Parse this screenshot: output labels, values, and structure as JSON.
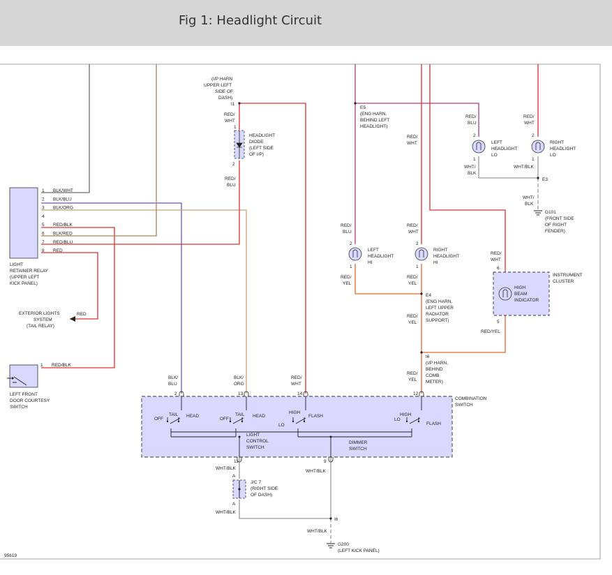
{
  "title": "Fig 1: Headlight Circuit",
  "figure_id": "95619",
  "colors": {
    "gray": "#6e6e6e",
    "purple": "#6b55b5",
    "brown": "#b08050",
    "tan": "#c8a27a",
    "red": "#e03030",
    "magenta": "#b03a8a",
    "orange_red": "#e8632d",
    "black": "#222222",
    "component_fill": "#d9d9ff",
    "ground_gray": "#9a9a9a"
  },
  "relay": {
    "name": [
      "LIGHT",
      "RETAINER RELAY",
      "(UPPER LEFT",
      "KICK PANEL)"
    ],
    "pins": [
      {
        "num": "1",
        "wire": "BLK/WHT"
      },
      {
        "num": "2",
        "wire": "BLK/BLU"
      },
      {
        "num": "3",
        "wire": "BLK/ORG"
      },
      {
        "num": "4",
        "wire": ""
      },
      {
        "num": "5",
        "wire": "RED/BLK"
      },
      {
        "num": "6",
        "wire": "BLK/RED"
      },
      {
        "num": "7",
        "wire": "RED/BLU"
      },
      {
        "num": "8",
        "wire": "RED"
      }
    ]
  },
  "exterior_lights": {
    "name": [
      "EXTERIOR LIGHTS",
      "SYSTEM",
      "(TAIL RELAY)"
    ],
    "wire": "RED"
  },
  "door_switch": {
    "name": [
      "LEFT FRONT",
      "DOOR COURTESY",
      "SWITCH"
    ],
    "pin": "1",
    "wire": "RED/BLK"
  },
  "diode": {
    "location": [
      "(I/P HARN",
      "UPPER LEFT",
      "SIDE OF",
      "DASH)"
    ],
    "connector": "I1",
    "wire_in": [
      "RED/",
      "WHT"
    ],
    "pin_in": "1",
    "name": [
      "HEADLIGHT",
      "DIODE",
      "(LEFT SIDE",
      "OF I/P)"
    ],
    "pin_out": "2",
    "wire_out": [
      "RED/",
      "BLU"
    ]
  },
  "e5": {
    "id": "E5",
    "desc": [
      "(ENG HARN,",
      "BEHIND LEFT",
      "HEADLIGHT)"
    ]
  },
  "e4": {
    "id": "E4",
    "desc": [
      "(ENG HARN,",
      "LEFT UPPER",
      "RADIATOR",
      "SUPPORT)"
    ]
  },
  "i6_upper": {
    "id": "I6",
    "desc": [
      "(I/P HARN,",
      "BEHIND",
      "COMB",
      "METER)"
    ]
  },
  "e3": {
    "id": "E3"
  },
  "g101": {
    "id": "G101",
    "desc": [
      "(FRONT SIDE",
      "OF RIGHT",
      "FENDER)"
    ],
    "wire": [
      "WHT/",
      "BLK"
    ]
  },
  "left_lo": {
    "name": [
      "LEFT",
      "HEADLIGHT",
      "LO"
    ],
    "wire_in": [
      "RED/",
      "BLU"
    ],
    "pin_in": "2",
    "pin_out": "1",
    "wire_out": [
      "WHT/",
      "BLK"
    ]
  },
  "right_lo": {
    "name": [
      "RIGHT",
      "HEADLIGHT",
      "LO"
    ],
    "wire_in": [
      "RED/",
      "WHT"
    ],
    "pin_in": "2",
    "pin_out": "1",
    "wire_out": "WHT/BLK"
  },
  "left_hi": {
    "name": [
      "LEFT",
      "HEADLIGHT",
      "HI"
    ],
    "wire_in": [
      "RED/",
      "BLU"
    ],
    "pin_in": "2",
    "pin_out": "1",
    "wire_out": [
      "RED/",
      "YEL"
    ]
  },
  "right_hi": {
    "name": [
      "RIGHT",
      "HEADLIGHT",
      "HI"
    ],
    "wire_in": [
      "RED/",
      "WHT"
    ],
    "pin_in": "2",
    "pin_out": "1",
    "wire_out": [
      "RED/",
      "YEL"
    ]
  },
  "red_wht_mid": [
    "RED/",
    "WHT"
  ],
  "e4_below": [
    "RED/",
    "YEL"
  ],
  "i6_left_wire": [
    "RED/",
    "YEL"
  ],
  "cluster": {
    "name": [
      "INSTRUMENT",
      "CLUSTER"
    ],
    "inner": [
      "HIGH",
      "BEAM",
      "INDICATOR"
    ],
    "pin_in": "6",
    "wire_in": [
      "RED/",
      "WHT"
    ],
    "pin_out": "5",
    "wire_out": "RED/YEL"
  },
  "combination_switch": {
    "name": [
      "COMBINATION",
      "SWITCH"
    ],
    "pins": [
      {
        "num": "2",
        "wire": [
          "BLK/",
          "BLU"
        ]
      },
      {
        "num": "13",
        "wire": [
          "BLK/",
          "ORG"
        ]
      },
      {
        "num": "14",
        "wire": [
          "RED/",
          "WHT"
        ]
      },
      {
        "num": "12",
        "wire": [
          "RED/",
          "YEL"
        ]
      }
    ],
    "light_control": {
      "name": [
        "LIGHT",
        "CONTROL",
        "SWITCH"
      ],
      "off": "OFF",
      "tail": "TAIL",
      "head": "HEAD"
    },
    "dimmer": {
      "name": [
        "DIMMER",
        "SWITCH"
      ],
      "high": "HIGH",
      "lo": "LO",
      "flash": "FLASH"
    },
    "pin11": "11",
    "pin9": "9"
  },
  "jc7": {
    "name": [
      "J/C 7",
      "(RIGHT SIDE",
      "OF DASH)"
    ],
    "pin_a_top": "A",
    "pin_a_bot": "A",
    "wire_top": "WHT/BLK",
    "wire_bot": "WHT/BLK"
  },
  "wht_blk_9": "WHT/BLK",
  "i6_lower": {
    "id": "I6",
    "wire": "WHT/BLK"
  },
  "g200": {
    "id": "G200",
    "desc": "(LEFT KICK PANEL)"
  }
}
